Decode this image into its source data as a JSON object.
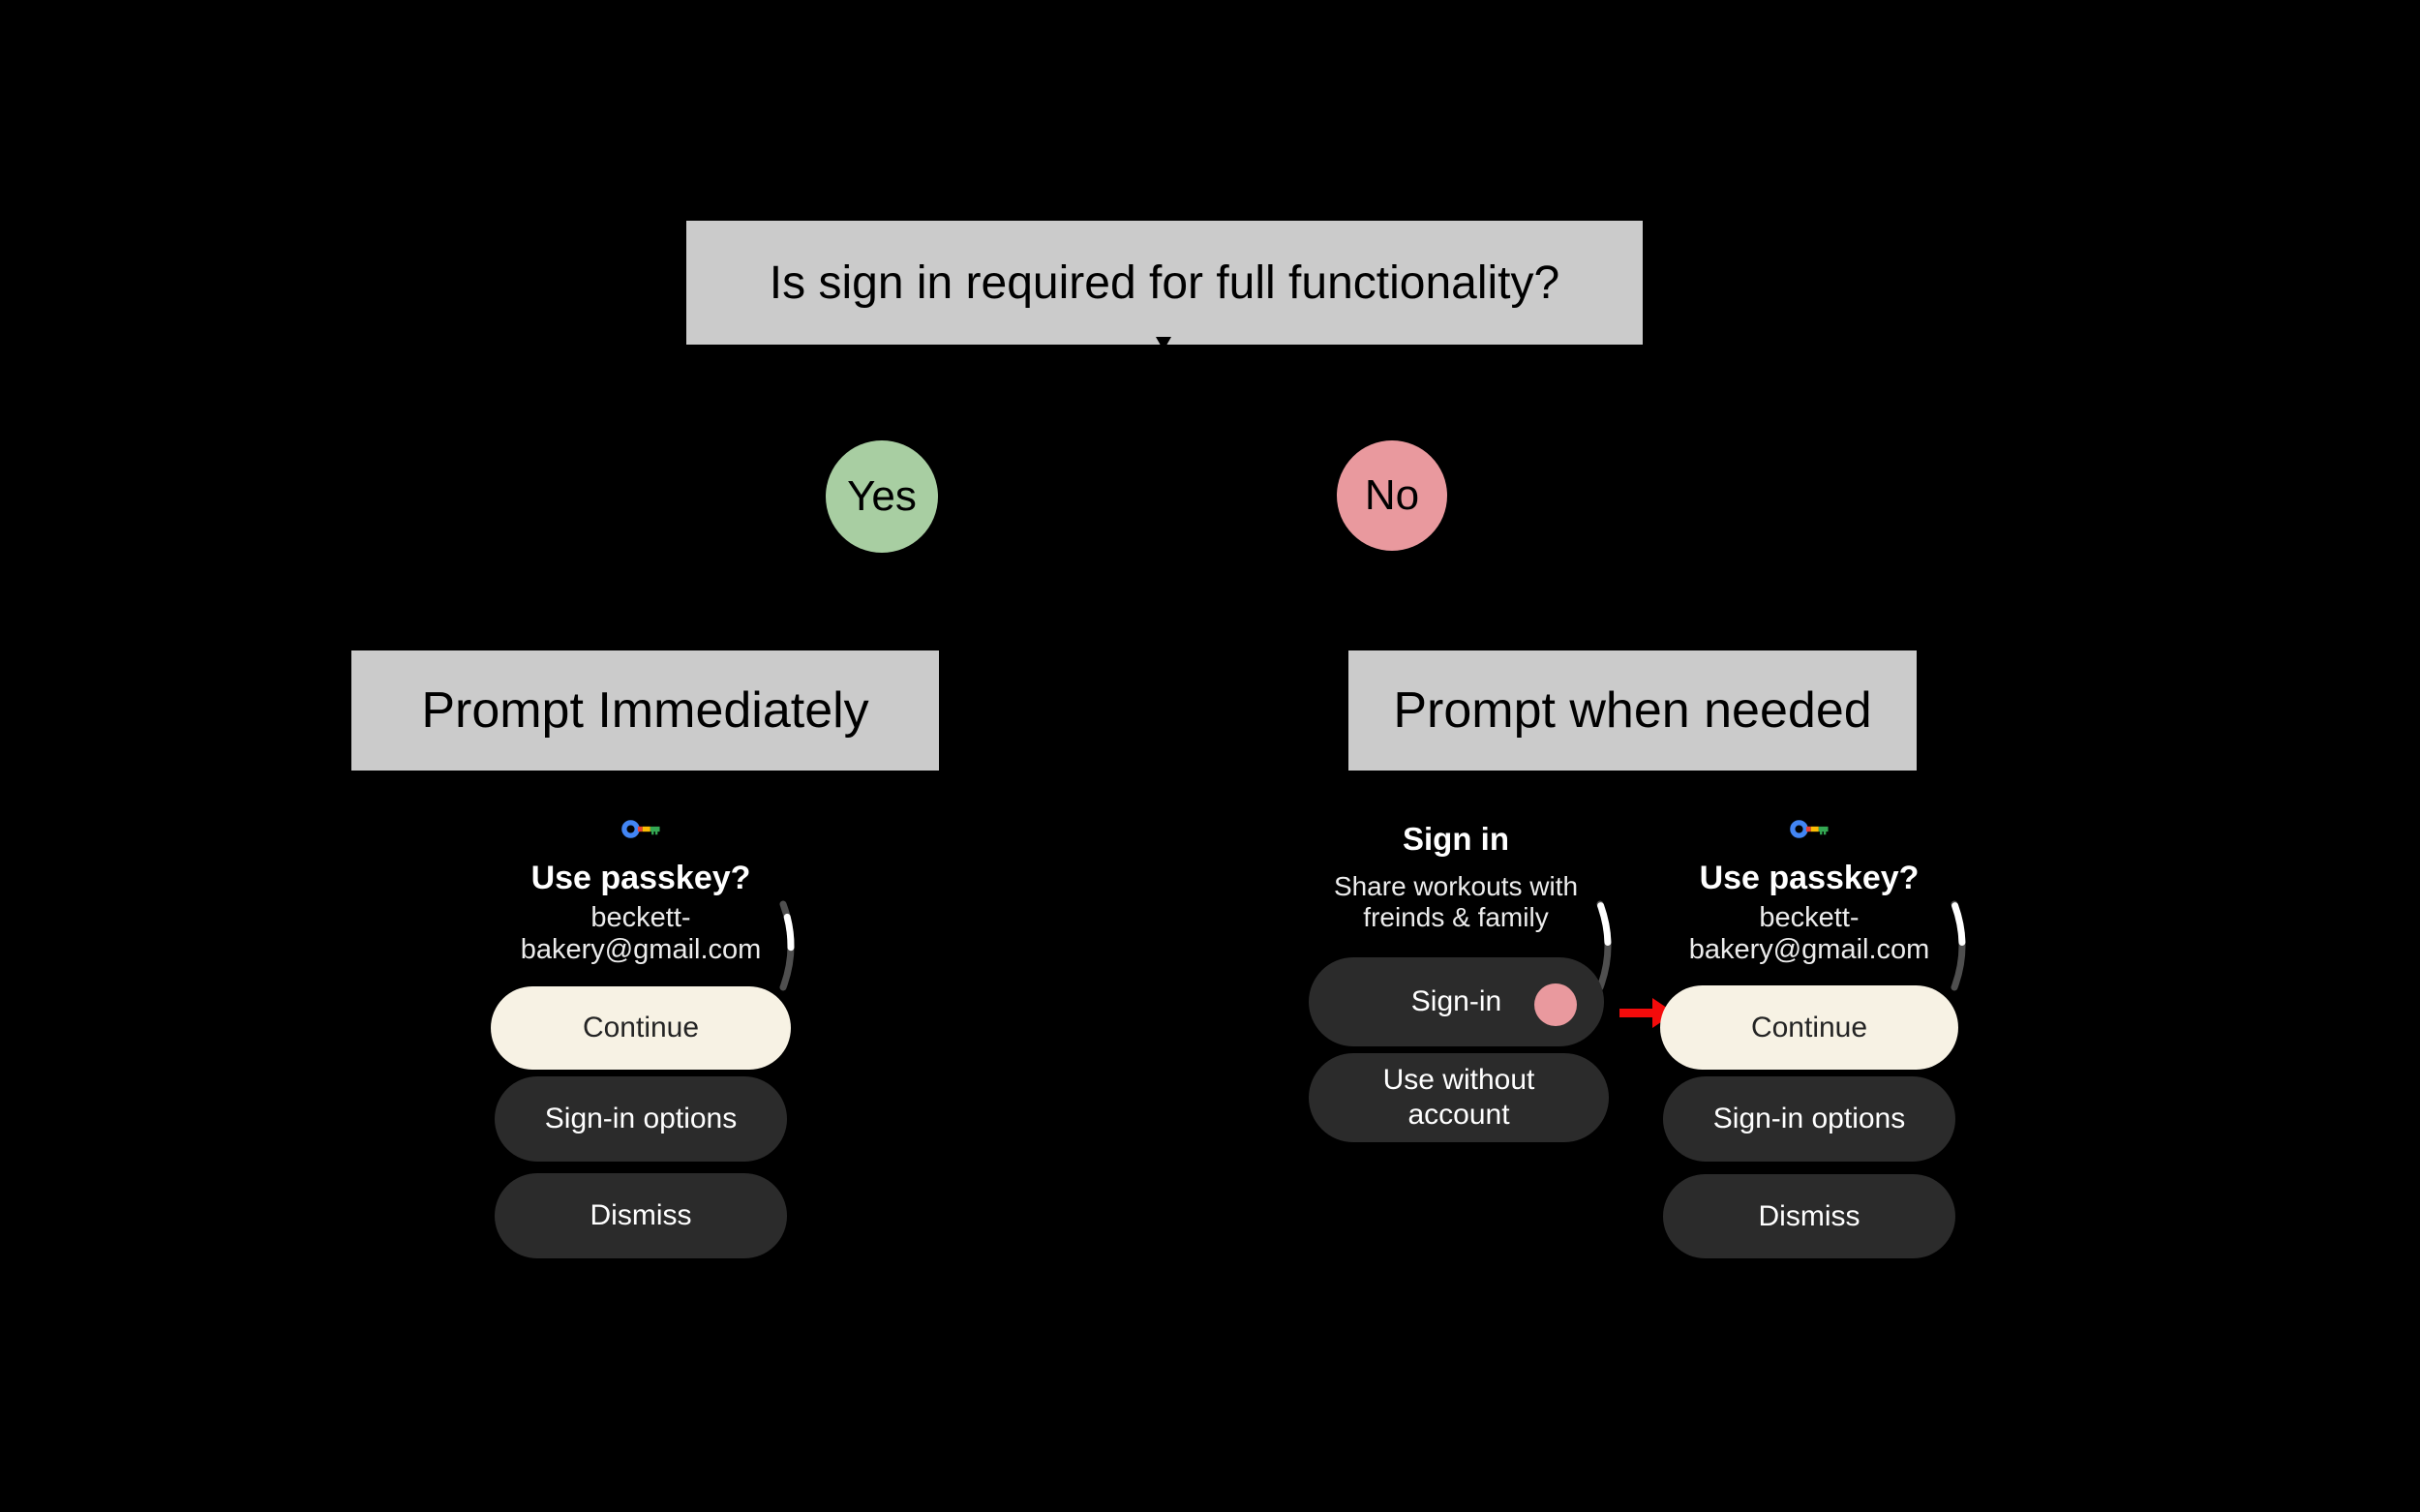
{
  "diagram": {
    "title": "Is sign in required for full functionality?",
    "yes_label": "Yes",
    "no_label": "No",
    "left_branch_label": "Prompt Immediately",
    "right_branch_label": "Prompt when needed",
    "colors": {
      "background": "#000000",
      "box_gray": "#CBCBCB",
      "yes_green": "#A8CEA2",
      "no_pink": "#E9999E",
      "arrow_red": "#F40B0B"
    }
  },
  "passkey_screen": {
    "heading": "Use passkey?",
    "account_line1": "beckett-",
    "account_line2": "bakery@gmail.com",
    "continue_label": "Continue",
    "signin_options_label": "Sign-in options",
    "dismiss_label": "Dismiss",
    "colors": {
      "primary_button": "#F7F2E4",
      "secondary_button": "#2B2B2B"
    }
  },
  "signin_screen": {
    "heading": "Sign in",
    "description_line1": "Share workouts with",
    "description_line2": "freinds & family",
    "signin_label": "Sign-in",
    "use_without_line1": "Use without",
    "use_without_line2": "account",
    "colors": {
      "button": "#2B2B2B",
      "badge_pink": "#E9999E"
    }
  },
  "icons": {
    "passkey_key": "google-passkey-key-icon",
    "scroll_indicator": "curved-scrollbar",
    "red_arrow": "arrow-pointing-right",
    "key_colors": {
      "blue": "#4285F4",
      "red": "#EA4335",
      "yellow": "#FBBC04",
      "green": "#34A853"
    }
  }
}
